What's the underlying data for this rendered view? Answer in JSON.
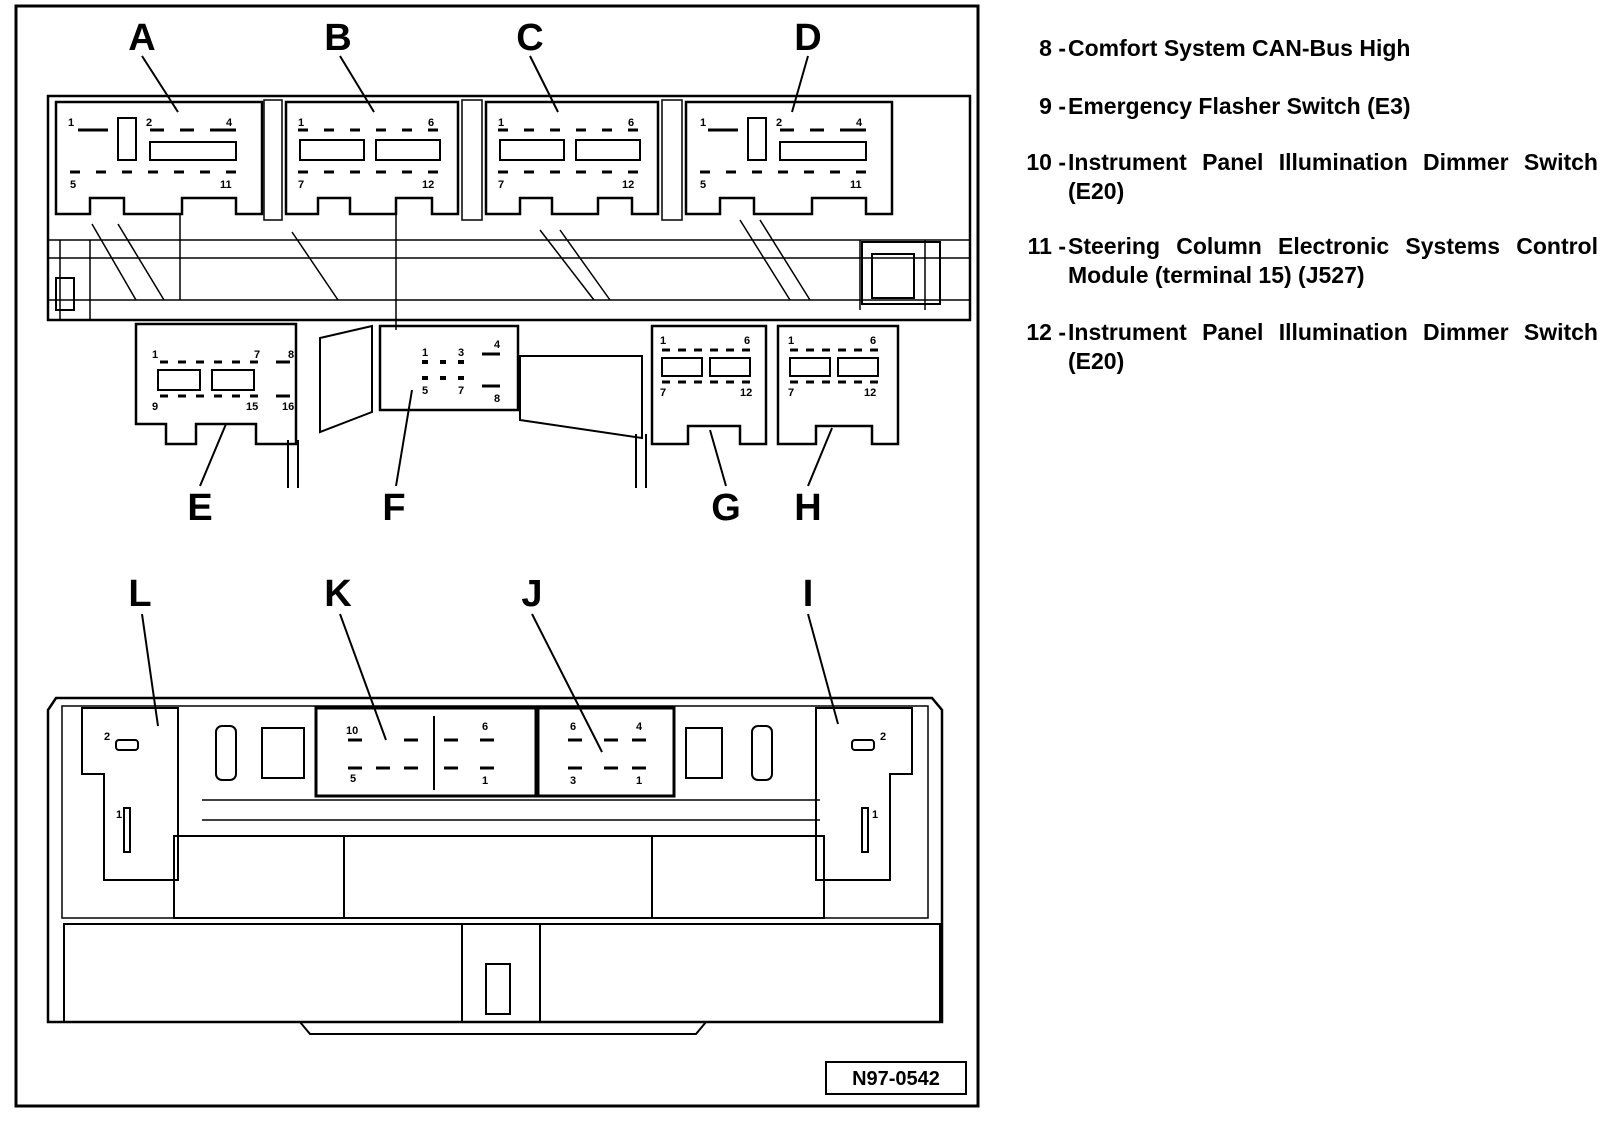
{
  "callouts": {
    "A": "A",
    "B": "B",
    "C": "C",
    "D": "D",
    "E": "E",
    "F": "F",
    "G": "G",
    "H": "H",
    "I": "I",
    "J": "J",
    "K": "K",
    "L": "L"
  },
  "pins": {
    "A": {
      "p1": "1",
      "p2": "2",
      "p4": "4",
      "p5": "5",
      "p11": "11"
    },
    "B": {
      "p1": "1",
      "p6": "6",
      "p7": "7",
      "p12": "12"
    },
    "C": {
      "p1": "1",
      "p6": "6",
      "p7": "7",
      "p12": "12"
    },
    "D": {
      "p1": "1",
      "p2": "2",
      "p4": "4",
      "p5": "5",
      "p11": "11"
    },
    "E": {
      "p1": "1",
      "p7": "7",
      "p8": "8",
      "p9": "9",
      "p15": "15",
      "p16": "16"
    },
    "F": {
      "p1": "1",
      "p3": "3",
      "p4": "4",
      "p5": "5",
      "p7": "7",
      "p8": "8"
    },
    "G": {
      "p1": "1",
      "p6": "6",
      "p7": "7",
      "p12": "12"
    },
    "H": {
      "p1": "1",
      "p6": "6",
      "p7": "7",
      "p12": "12"
    },
    "K": {
      "p10": "10",
      "p5": "5",
      "p6": "6",
      "p1": "1"
    },
    "J": {
      "p6": "6",
      "p4": "4",
      "p3": "3",
      "p1": "1"
    },
    "L": {
      "p2": "2",
      "p1": "1"
    },
    "I": {
      "p2": "2",
      "p1": "1"
    }
  },
  "figure_id": "N97-0542",
  "legend": [
    {
      "num": "8 -",
      "text": "Comfort System CAN-Bus High"
    },
    {
      "num": "9 -",
      "text": "Emergency Flasher Switch (E3)"
    },
    {
      "num": "10 -",
      "text": "Instrument Panel Illumination Dimmer Switch (E20)"
    },
    {
      "num": "11 -",
      "text": "Steering Column Electronic Systems Control Module (terminal 15) (J527)"
    },
    {
      "num": "12 -",
      "text": "Instrument Panel Illumination Dimmer Switch (E20)"
    }
  ]
}
